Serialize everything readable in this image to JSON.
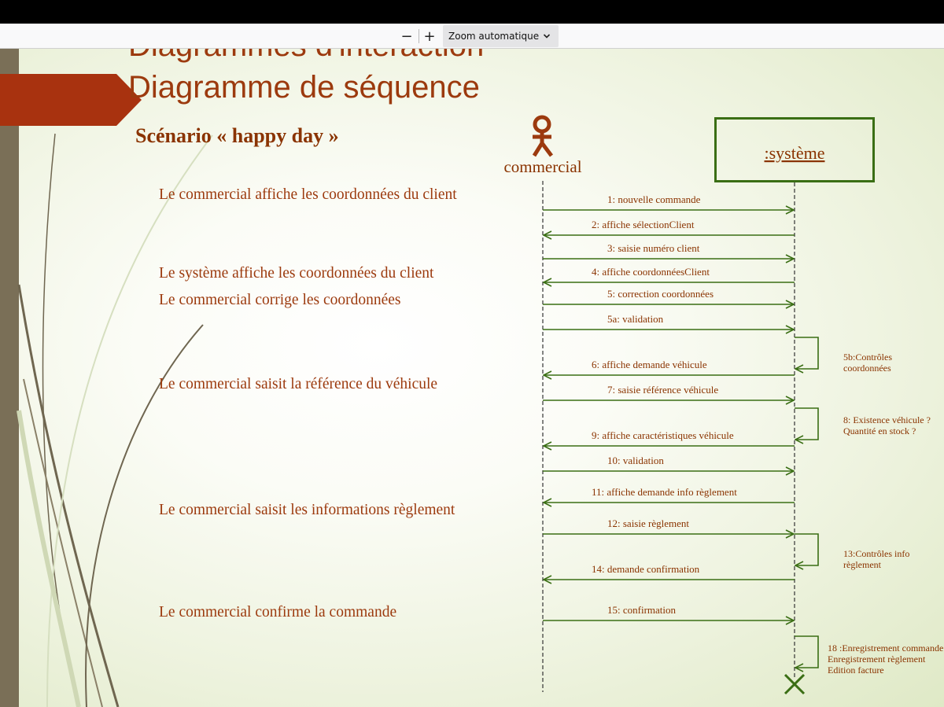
{
  "viewer": {
    "zoom_out_symbol": "−",
    "zoom_in_symbol": "+",
    "zoom_value": "Zoom automatique"
  },
  "slide": {
    "title_line1": "Diagrammes d'interaction",
    "title_line2": "Diagramme de séquence",
    "scenario": "Scénario « happy day »",
    "steps": [
      "Le commercial affiche les coordonnées du client",
      "Le système affiche les coordonnées du client",
      "Le commercial corrige les coordonnées",
      "Le commercial saisit la référence du véhicule",
      "Le commercial saisit les informations règlement",
      "Le commercial confirme la commande"
    ]
  },
  "diagram": {
    "actor": "commercial",
    "system": ":système",
    "messages": [
      {
        "label": "1: nouvelle commande",
        "dir": "right"
      },
      {
        "label": "2: affiche sélectionClient",
        "dir": "left"
      },
      {
        "label": "3: saisie numéro client",
        "dir": "right"
      },
      {
        "label": "4: affiche coordonnéesClient",
        "dir": "left"
      },
      {
        "label": "5: correction coordonnées",
        "dir": "right"
      },
      {
        "label": "5a: validation",
        "dir": "right"
      },
      {
        "label": "6: affiche demande véhicule",
        "dir": "left"
      },
      {
        "label": "7: saisie référence véhicule",
        "dir": "right"
      },
      {
        "label": "9: affiche caractéristiques véhicule",
        "dir": "left"
      },
      {
        "label": "10: validation",
        "dir": "right"
      },
      {
        "label": "11: affiche demande info règlement",
        "dir": "left"
      },
      {
        "label": "12: saisie règlement",
        "dir": "right"
      },
      {
        "label": "14: demande confirmation",
        "dir": "left"
      },
      {
        "label": "15: confirmation",
        "dir": "right"
      }
    ],
    "self_calls": [
      {
        "lines": [
          "5b:Contrôles",
          "coordonnées"
        ]
      },
      {
        "lines": [
          "8: Existence véhicule ?",
          "Quantité en stock ?"
        ]
      },
      {
        "lines": [
          "13:Contrôles info",
          "règlement"
        ]
      },
      {
        "lines": [
          "18 :Enregistrement commande",
          "Enregistrement règlement",
          "Edition facture"
        ]
      }
    ]
  },
  "colors": {
    "accent_red": "#a8320f",
    "diagram_green": "#3a6e14",
    "text_brown": "#8a3300",
    "left_bar": "#7a6f57"
  }
}
